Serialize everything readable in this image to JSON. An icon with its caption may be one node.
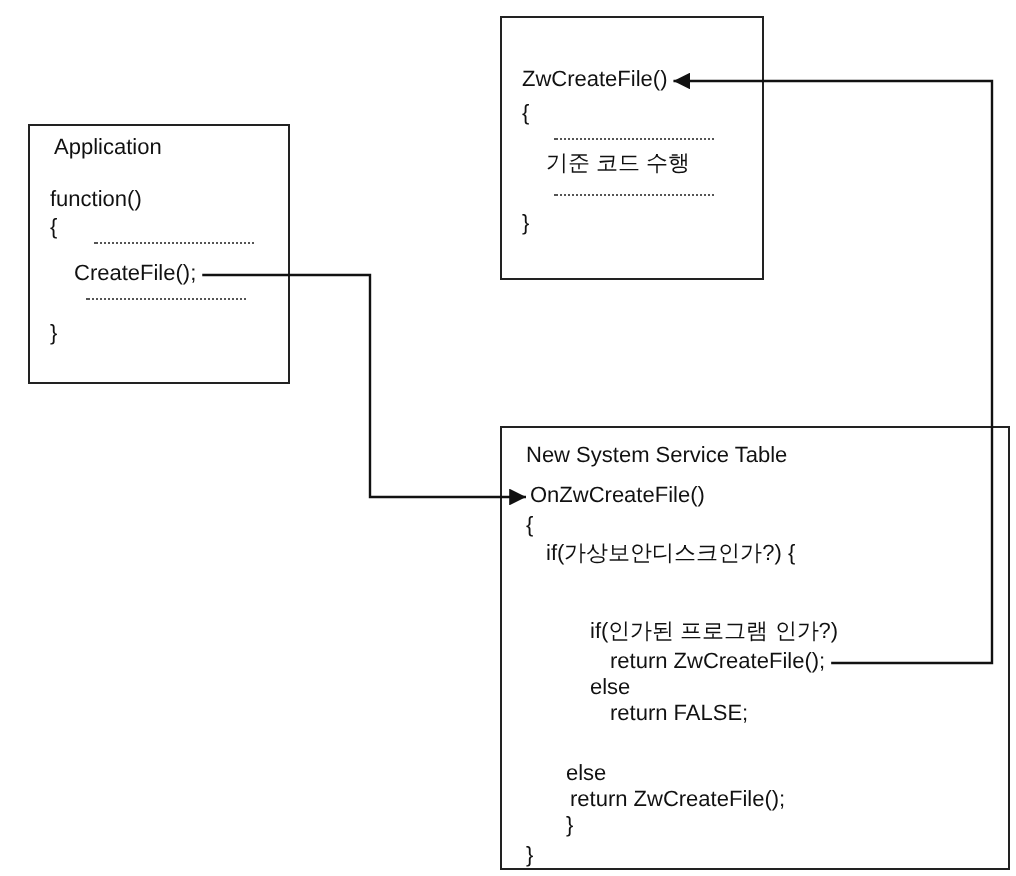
{
  "diagram": {
    "nodes": [
      {
        "text": [
          "Application",
          "function()",
          "{",
          "}"
        ]
      },
      {
        "text": [
          "CreateFile();"
        ],
        "in": 0
      },
      {
        "text": [
          "{",
          "기준 코드 수행",
          "}"
        ]
      },
      {
        "text": [
          "ZwCreateFile()"
        ],
        "in": 2
      },
      {
        "text": [
          "New System Service Table",
          "{",
          "if(가상보안디스크인가?) {",
          "if(인가된 프로그램 인가?)",
          "else",
          "return FALSE;",
          "else",
          "return ZwCreateFile();",
          "}",
          "}"
        ]
      },
      {
        "text": [
          "OnZwCreateFile()"
        ],
        "in": 4
      },
      {
        "text": [
          "return ZwCreateFile();"
        ],
        "in": 4
      }
    ],
    "edges": [
      {
        "from": 1,
        "to": 5,
        "arrow": "to"
      },
      {
        "from": 6,
        "to": 3,
        "arrow": "to"
      }
    ]
  }
}
